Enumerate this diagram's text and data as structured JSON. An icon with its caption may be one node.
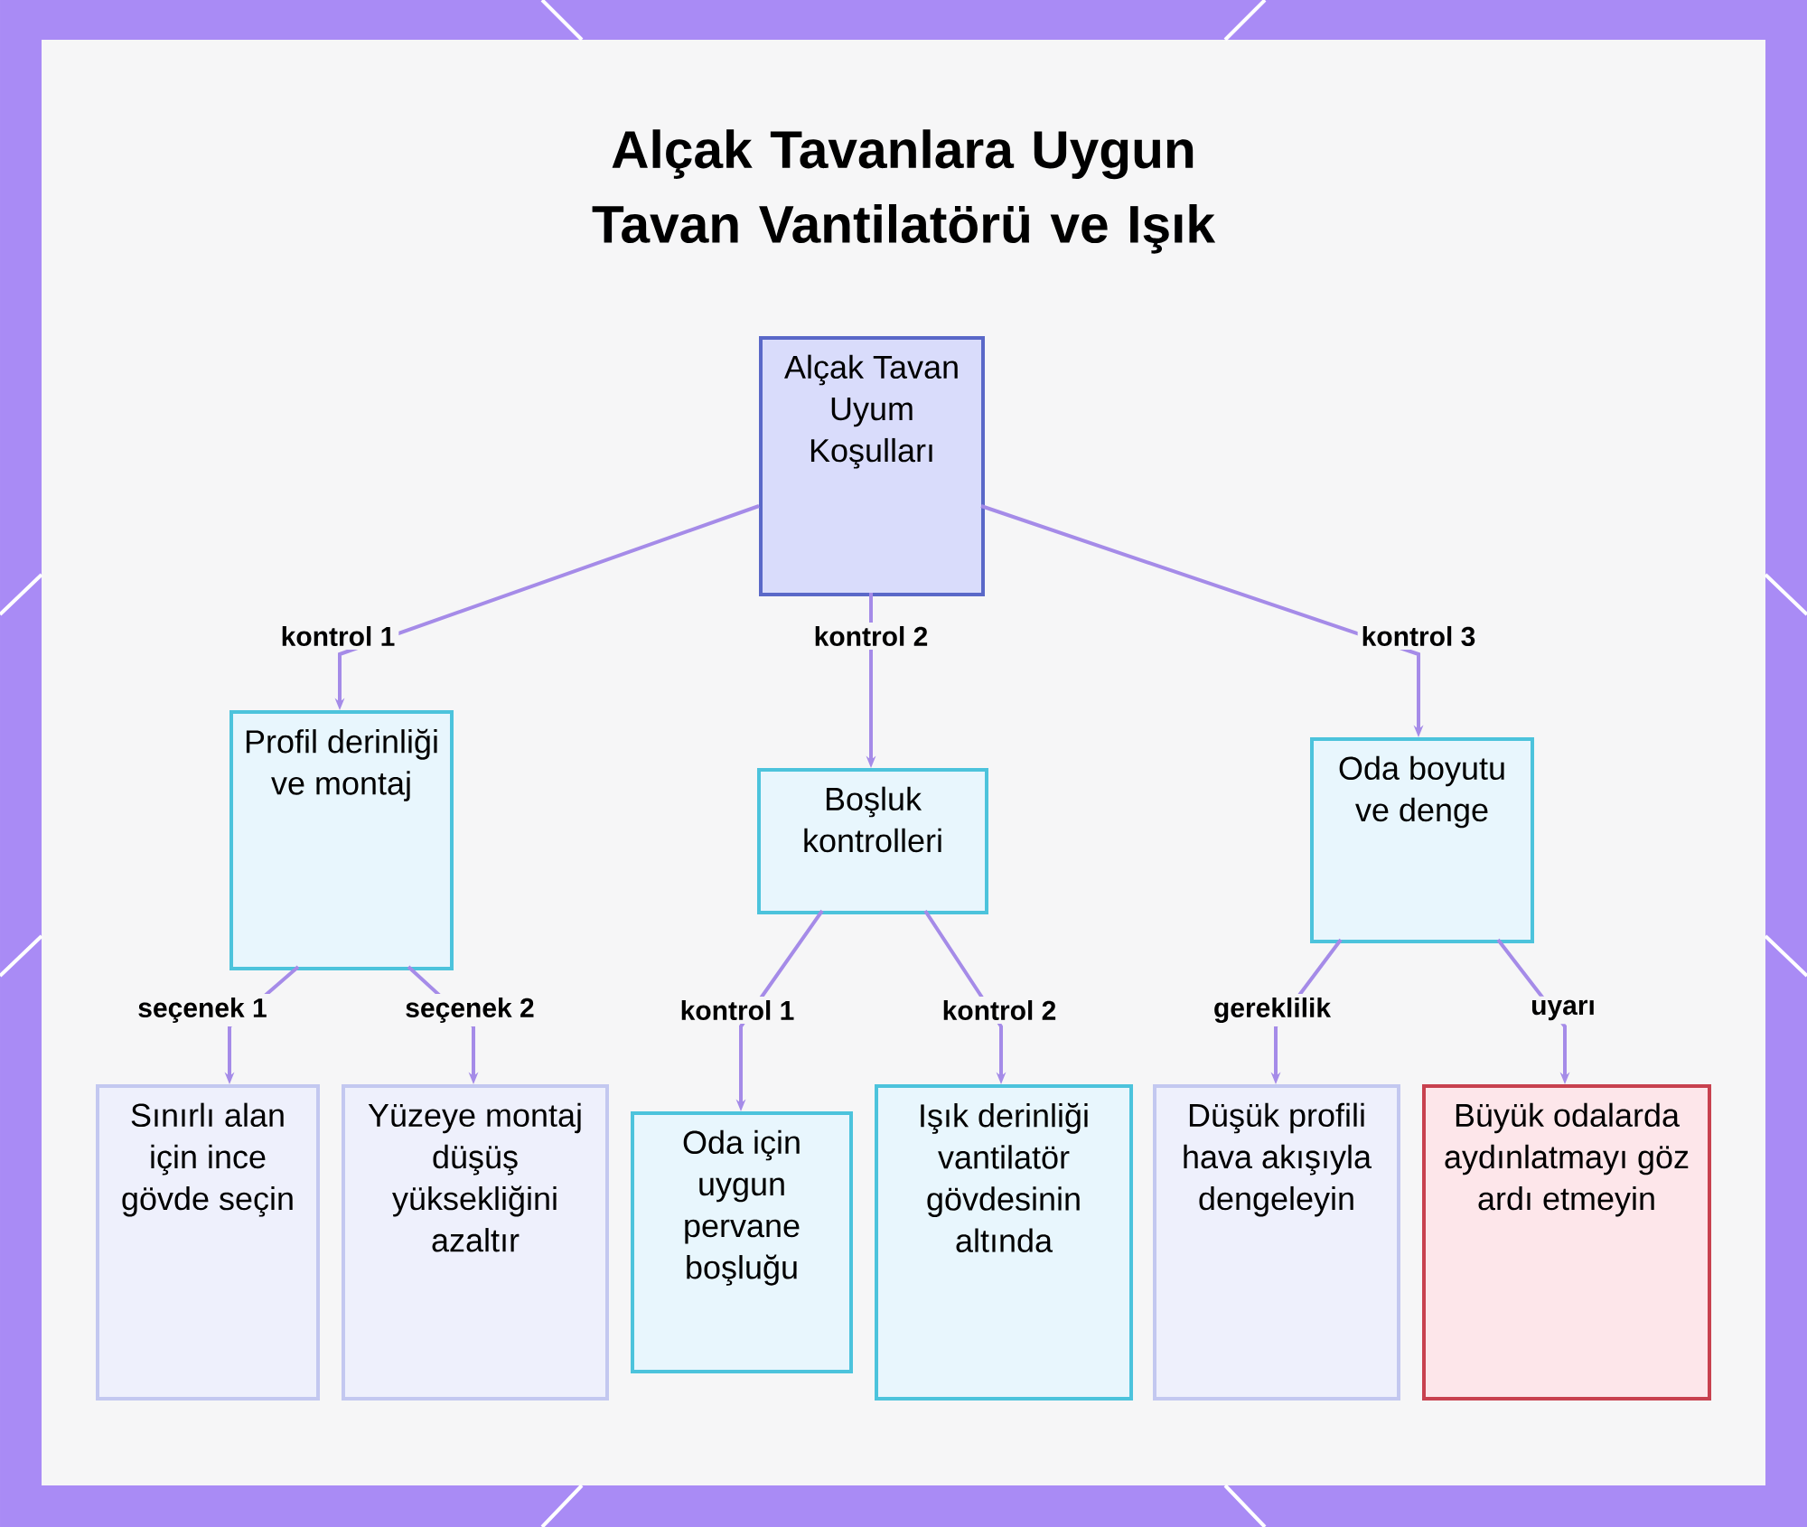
{
  "diagram": {
    "title": "Alçak Tavanlara Uygun Tavan Vantilatörü ve Işık",
    "nodes": [
      {
        "text": [
          "Alçak Tavan Uyum Koşulları"
        ]
      },
      {
        "text": [
          "Profil derinliği ve montaj"
        ]
      },
      {
        "text": [
          "Boşluk kontrolleri"
        ]
      },
      {
        "text": [
          "Oda boyutu ve denge"
        ]
      },
      {
        "text": [
          "Sınırlı alan için ince gövde seçin"
        ]
      },
      {
        "text": [
          "Yüzeye montaj düşüş yüksekliğini azaltır"
        ]
      },
      {
        "text": [
          "Oda için uygun pervane boşluğu"
        ]
      },
      {
        "text": [
          "Işık derinliği vantilatör gövdesinin altında"
        ]
      },
      {
        "text": [
          "Düşük profili hava akışıyla dengeleyin"
        ]
      },
      {
        "text": [
          "Büyük odalarda aydınlatmayı göz ardı etmeyin"
        ]
      }
    ],
    "edges": [
      {
        "from": 0,
        "to": 1,
        "arrow": "to",
        "label": "kontrol 1"
      },
      {
        "from": 0,
        "to": 2,
        "arrow": "to",
        "label": "kontrol 2"
      },
      {
        "from": 0,
        "to": 3,
        "arrow": "to",
        "label": "kontrol 3"
      },
      {
        "from": 1,
        "to": 4,
        "arrow": "to",
        "label": "seçenek 1"
      },
      {
        "from": 1,
        "to": 5,
        "arrow": "to",
        "label": "seçenek 2"
      },
      {
        "from": 2,
        "to": 6,
        "arrow": "to",
        "label": "kontrol 1"
      },
      {
        "from": 2,
        "to": 7,
        "arrow": "to",
        "label": "kontrol 2"
      },
      {
        "from": 3,
        "to": 8,
        "arrow": "to",
        "label": "gereklilik"
      },
      {
        "from": 3,
        "to": 9,
        "arrow": "to",
        "label": "uyarı"
      }
    ]
  }
}
